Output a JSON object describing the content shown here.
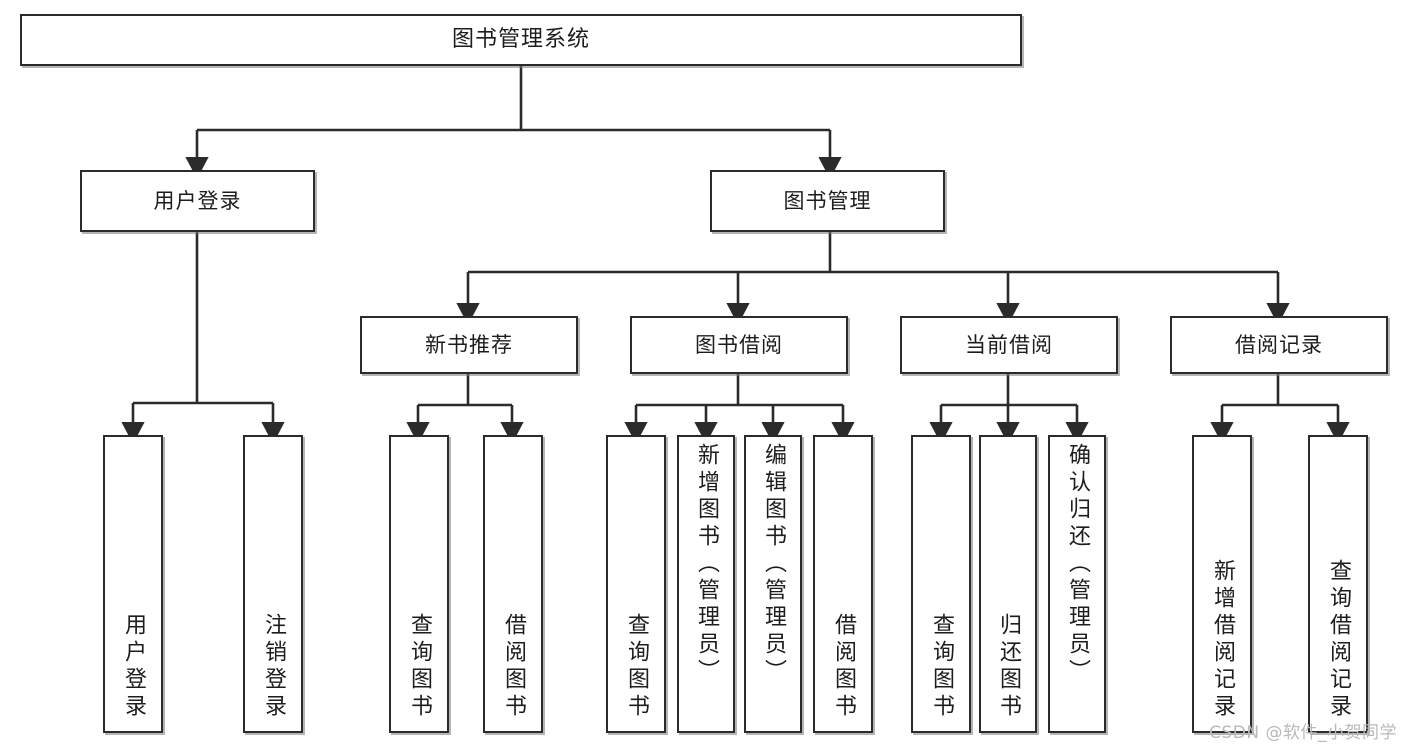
{
  "diagram": {
    "title": "图书管理系统",
    "watermark": "CSDN @软件_小贺同学",
    "colors": {
      "box_border": "#2b2b2b",
      "box_fill": "#ffffff",
      "connector": "#2b2b2b",
      "watermark": "#b9b9b9",
      "background": "#ffffff"
    },
    "root": {
      "label": "图书管理系统"
    },
    "level2": [
      {
        "label": "用户登录"
      },
      {
        "label": "图书管理"
      }
    ],
    "level3": [
      {
        "label": "新书推荐"
      },
      {
        "label": "图书借阅"
      },
      {
        "label": "当前借阅"
      },
      {
        "label": "借阅记录"
      }
    ],
    "leaves": {
      "user_login": [
        {
          "label": "用户登录"
        },
        {
          "label": "注销登录"
        }
      ],
      "new_book_recommend": [
        {
          "label": "查询图书"
        },
        {
          "label": "借阅图书"
        }
      ],
      "book_borrow": [
        {
          "label": "查询图书"
        },
        {
          "label": "新增图书（管理员）"
        },
        {
          "label": "编辑图书（管理员）"
        },
        {
          "label": "借阅图书"
        }
      ],
      "current_borrow": [
        {
          "label": "查询图书"
        },
        {
          "label": "归还图书"
        },
        {
          "label": "确认归还（管理员）"
        }
      ],
      "borrow_record": [
        {
          "label": "新增借阅记录"
        },
        {
          "label": "查询借阅记录"
        }
      ]
    }
  },
  "chart_data": {
    "type": "tree-diagram",
    "title": "图书管理系统",
    "orientation": "top-down",
    "nodes": [
      {
        "id": "root",
        "label": "图书管理系统",
        "level": 0,
        "parent": null
      },
      {
        "id": "n-user-login",
        "label": "用户登录",
        "level": 1,
        "parent": "root"
      },
      {
        "id": "n-book-manage",
        "label": "图书管理",
        "level": 1,
        "parent": "root"
      },
      {
        "id": "n-new-book",
        "label": "新书推荐",
        "level": 2,
        "parent": "n-book-manage"
      },
      {
        "id": "n-book-borrow",
        "label": "图书借阅",
        "level": 2,
        "parent": "n-book-manage"
      },
      {
        "id": "n-current-borrow",
        "label": "当前借阅",
        "level": 2,
        "parent": "n-book-manage"
      },
      {
        "id": "n-borrow-record",
        "label": "借阅记录",
        "level": 2,
        "parent": "n-book-manage"
      },
      {
        "id": "l-user-login",
        "label": "用户登录",
        "level": 2,
        "parent": "n-user-login"
      },
      {
        "id": "l-logout",
        "label": "注销登录",
        "level": 2,
        "parent": "n-user-login"
      },
      {
        "id": "l-nb-query",
        "label": "查询图书",
        "level": 3,
        "parent": "n-new-book"
      },
      {
        "id": "l-nb-borrow",
        "label": "借阅图书",
        "level": 3,
        "parent": "n-new-book"
      },
      {
        "id": "l-bb-query",
        "label": "查询图书",
        "level": 3,
        "parent": "n-book-borrow"
      },
      {
        "id": "l-bb-add",
        "label": "新增图书（管理员）",
        "level": 3,
        "parent": "n-book-borrow"
      },
      {
        "id": "l-bb-edit",
        "label": "编辑图书（管理员）",
        "level": 3,
        "parent": "n-book-borrow"
      },
      {
        "id": "l-bb-borrow",
        "label": "借阅图书",
        "level": 3,
        "parent": "n-book-borrow"
      },
      {
        "id": "l-cb-query",
        "label": "查询图书",
        "level": 3,
        "parent": "n-current-borrow"
      },
      {
        "id": "l-cb-return",
        "label": "归还图书",
        "level": 3,
        "parent": "n-current-borrow"
      },
      {
        "id": "l-cb-confirm",
        "label": "确认归还（管理员）",
        "level": 3,
        "parent": "n-current-borrow"
      },
      {
        "id": "l-br-add",
        "label": "新增借阅记录",
        "level": 3,
        "parent": "n-borrow-record"
      },
      {
        "id": "l-br-query",
        "label": "查询借阅记录",
        "level": 3,
        "parent": "n-borrow-record"
      }
    ]
  }
}
